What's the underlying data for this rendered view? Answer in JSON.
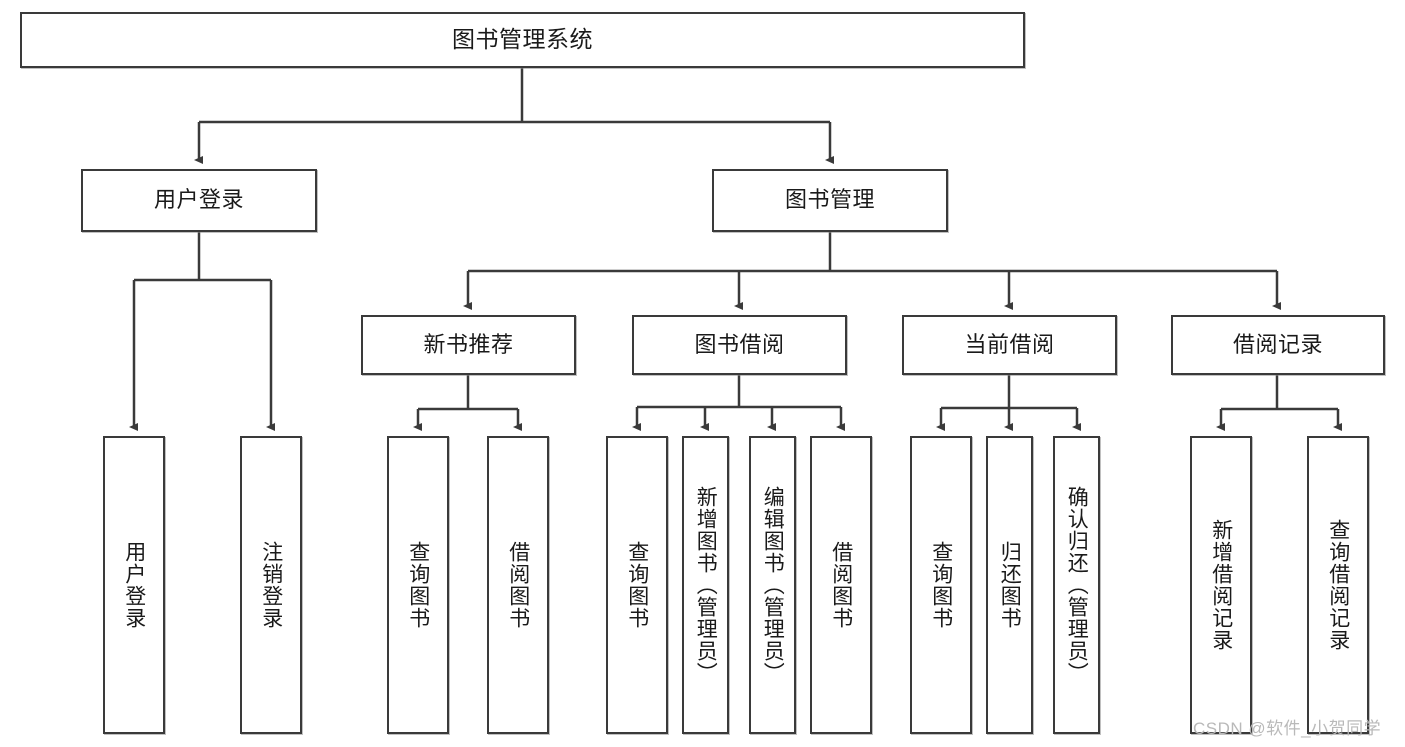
{
  "diagram": {
    "title_node": {
      "label": "图书管理系统"
    },
    "level1": [
      {
        "id": "user-login",
        "label": "用户登录"
      },
      {
        "id": "book-management",
        "label": "图书管理"
      }
    ],
    "level2": [
      {
        "id": "new-book-recommend",
        "label": "新书推荐"
      },
      {
        "id": "book-borrow",
        "label": "图书借阅"
      },
      {
        "id": "current-borrow",
        "label": "当前借阅"
      },
      {
        "id": "borrow-record",
        "label": "借阅记录"
      }
    ],
    "leaves": [
      {
        "id": "leaf-user-login",
        "label": "用户登录"
      },
      {
        "id": "leaf-logout-login",
        "label": "注销登录"
      },
      {
        "id": "leaf-query-book-1",
        "label": "查询图书"
      },
      {
        "id": "leaf-borrow-book-1",
        "label": "借阅图书"
      },
      {
        "id": "leaf-query-book-2",
        "label": "查询图书"
      },
      {
        "id": "leaf-add-book-admin",
        "label": "新增图书（管理员）"
      },
      {
        "id": "leaf-edit-book-admin",
        "label": "编辑图书（管理员）"
      },
      {
        "id": "leaf-borrow-book-2",
        "label": "借阅图书"
      },
      {
        "id": "leaf-query-book-3",
        "label": "查询图书"
      },
      {
        "id": "leaf-return-book",
        "label": "归还图书"
      },
      {
        "id": "leaf-confirm-return-admin",
        "label": "确认归还（管理员）"
      },
      {
        "id": "leaf-add-borrow-record",
        "label": "新增借阅记录"
      },
      {
        "id": "leaf-query-borrow-record",
        "label": "查询借阅记录"
      }
    ]
  },
  "watermark": {
    "text": "CSDN @软件_小贺同学"
  },
  "colors": {
    "stroke": "#3a3a3a",
    "fill": "#ffffff",
    "text": "#1a1a1a",
    "watermark": "#b9b9b9"
  }
}
